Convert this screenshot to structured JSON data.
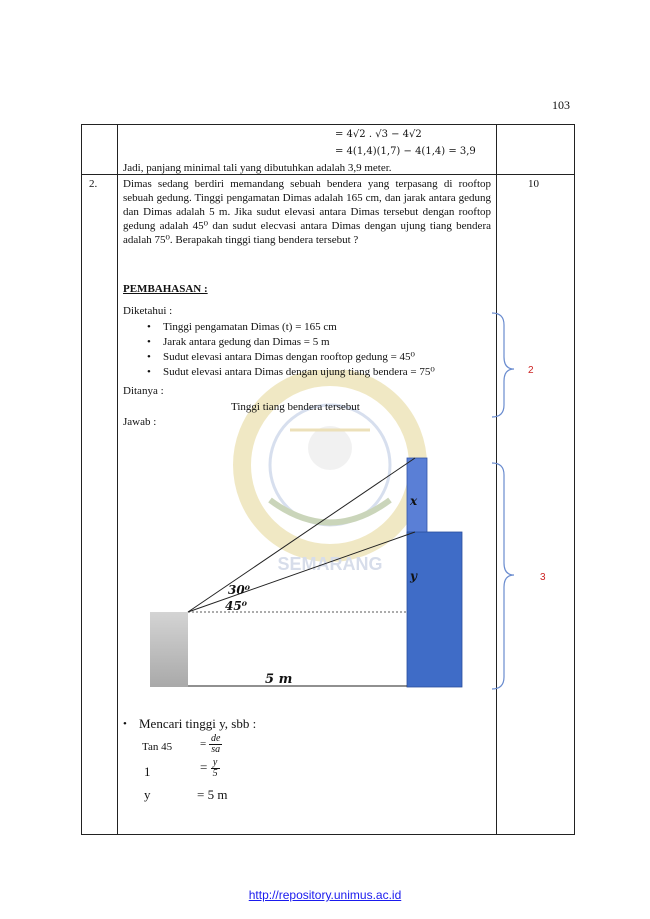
{
  "page_number": "103",
  "prev_row": {
    "eq1": "= 4√2 . √3 − 4√2",
    "eq2": "= 4(1,4)(1,7) − 4(1,4) = 3,9",
    "conclusion": "Jadi, panjang minimal tali yang dibutuhkan adalah 3,9 meter."
  },
  "row": {
    "number": "2.",
    "score": "10",
    "question": "Dimas sedang berdiri memandang sebuah bendera yang terpasang di rooftop sebuah gedung. Tinggi pengamatan Dimas adalah 165 cm, dan jarak antara gedung dan Dimas adalah 5 m. Jika sudut elevasi antara Dimas tersebut dengan rooftop gedung adalah 45⁰ dan sudut elecvasi antara Dimas dengan ujung tiang bendera adalah 75⁰. Berapakah tinggi tiang bendera tersebut ?",
    "pembahasan_label": "PEMBAHASAN :",
    "diketahui_label": "Diketahui :",
    "diketahui_items": [
      "Tinggi pengamatan Dimas (t) = 165 cm",
      "Jarak antara gedung dan Dimas = 5 m",
      "Sudut elevasi antara Dimas dengan rooftop gedung = 45⁰",
      "Sudut elevasi antara Dimas dengan ujung tiang bendera = 75⁰"
    ],
    "ditanya_label": "Ditanya    :",
    "ditanya_value": "Tinggi tiang bendera tersebut",
    "jawab_label": "Jawab       :",
    "diagram": {
      "label_x": "x",
      "label_y": "y",
      "angle_30": "30⁰",
      "angle_45": "45⁰",
      "distance": "5 m"
    },
    "step_bullet": "Mencari tinggi y, sbb :",
    "step_lines": [
      {
        "left": "Tan 45",
        "eq": "=",
        "num": "de",
        "den": "sa"
      },
      {
        "left": "1",
        "eq": "=",
        "num": "y",
        "den": "5"
      },
      {
        "left": "y",
        "eq": "= 5 m"
      }
    ],
    "score_marks": [
      "2",
      "3"
    ]
  },
  "watermark_text": "SEMARANG",
  "footer_url": "http://repository.unimus.ac.id",
  "colors": {
    "building_fill": "#3f6cc7",
    "flagpole_fill": "#5a7fd6",
    "observer_fill": "#bdbdbd",
    "score_mark": "#cc2222",
    "bracket": "#6a8ccf",
    "link": "#1a1aee"
  }
}
